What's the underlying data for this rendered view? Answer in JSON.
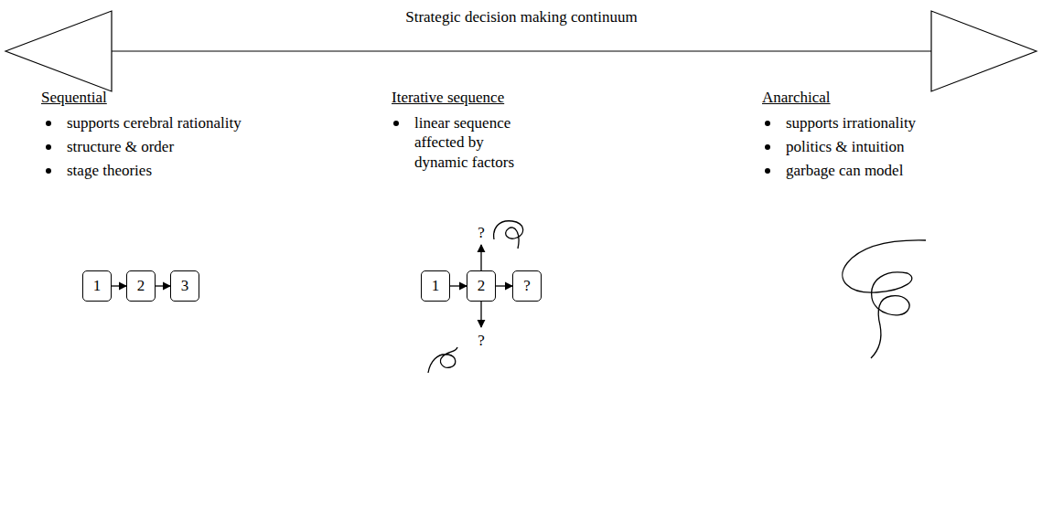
{
  "diagram": {
    "title": "Strategic decision making continuum",
    "nodes": [
      {
        "text": [
          "1"
        ]
      },
      {
        "text": [
          "2"
        ]
      },
      {
        "text": [
          "3"
        ]
      },
      {
        "text": [
          "1"
        ]
      },
      {
        "text": [
          "2"
        ]
      },
      {
        "text": [
          "?"
        ]
      }
    ],
    "edges": [
      {
        "from": 0,
        "to": 1,
        "arrow": "to"
      },
      {
        "from": 1,
        "to": 2,
        "arrow": "to"
      },
      {
        "from": 3,
        "to": 4,
        "arrow": "to"
      },
      {
        "from": 4,
        "to": 5,
        "arrow": "to"
      }
    ],
    "labels": [
      "Sequential",
      "supports cerebral rationality",
      "structure & order",
      "stage theories",
      "Iterative sequence",
      "linear sequence affected by dynamic factors",
      "Anarchical",
      "supports irrationality",
      "politics & intuition",
      "garbage can model",
      "?",
      "?"
    ]
  }
}
